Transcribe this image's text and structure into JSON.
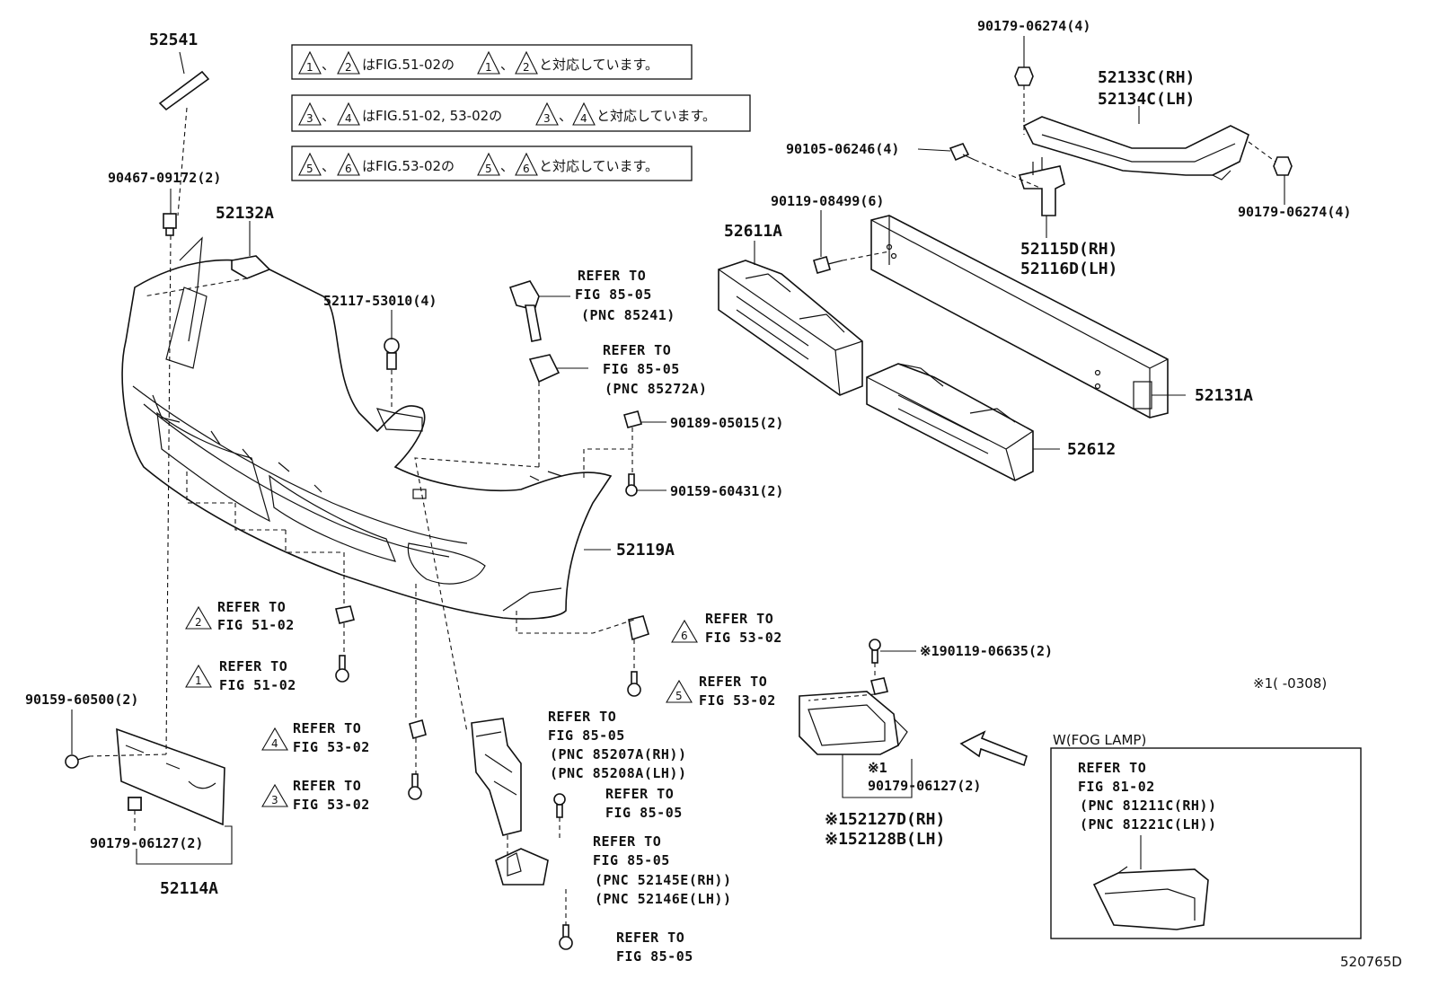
{
  "notes": [
    {
      "tri_a": "1",
      "tri_b": "2",
      "text_pre": "、",
      "mid": "はFIG.51-02の",
      "tri_c": "1",
      "sep": "、",
      "tri_d": "2",
      "text_post": "と対応しています。"
    },
    {
      "tri_a": "3",
      "tri_b": "4",
      "text_pre": "、",
      "mid": "はFIG.51-02, 53-02の",
      "tri_c": "3",
      "sep": "、",
      "tri_d": "4",
      "text_post": "と対応しています。"
    },
    {
      "tri_a": "5",
      "tri_b": "6",
      "text_pre": "、",
      "mid": "はFIG.53-02の",
      "tri_c": "5",
      "sep": "、",
      "tri_d": "6",
      "text_post": "と対応しています。"
    }
  ],
  "labels": {
    "p52541": "52541",
    "p90467": "90467-09172(2)",
    "p52132A": "52132A",
    "p52117": "52117-53010(4)",
    "p52119A": "52119A",
    "p90159_60500": "90159-60500(2)",
    "p90179_06127_a": "90179-06127(2)",
    "p52114A": "52114A",
    "p90189": "90189-05015(2)",
    "p90159_60431": "90159-60431(2)",
    "p90179_06274_top": "90179-06274(4)",
    "p52133C": "52133C(RH)",
    "p52134C": "52134C(LH)",
    "p90105": "90105-06246(4)",
    "p90179_06274_right": "90179-06274(4)",
    "p52115D": "52115D(RH)",
    "p52116D": "52116D(LH)",
    "p90119_08499": "90119-08499(6)",
    "p52611A": "52611A",
    "p52131A": "52131A",
    "p52612": "52612",
    "p90119_06635": "※190119-06635(2)",
    "p_note1": "※1(    -0308)",
    "p_star1": "※1",
    "p90179_06127_b": "90179-06127(2)",
    "p52127D": "※152127D(RH)",
    "p52128B": "※152128B(LH)",
    "fog_title": "W(FOG LAMP)",
    "code": "520765D"
  },
  "refs": {
    "r85241": [
      "REFER TO",
      "FIG 85-05",
      "(PNC 85241)"
    ],
    "r85272A": [
      "REFER TO",
      "FIG 85-05",
      "(PNC 85272A)"
    ],
    "r85207A": [
      "REFER TO",
      "FIG 85-05",
      "(PNC 85207A(RH))",
      "(PNC 85208A(LH))"
    ],
    "r85_05_a": [
      "REFER TO",
      "FIG 85-05"
    ],
    "r52145E": [
      "REFER TO",
      "FIG 85-05",
      "(PNC 52145E(RH))",
      "(PNC 52146E(LH))"
    ],
    "r85_05_b": [
      "REFER TO",
      "FIG 85-05"
    ],
    "r81_02": [
      "REFER TO",
      "FIG 81-02",
      "(PNC 81211C(RH))",
      "(PNC 81221C(LH))"
    ],
    "t2": {
      "num": "2",
      "lines": [
        "REFER TO",
        "FIG 51-02"
      ]
    },
    "t1": {
      "num": "1",
      "lines": [
        "REFER TO",
        "FIG 51-02"
      ]
    },
    "t4": {
      "num": "4",
      "lines": [
        "REFER TO",
        "FIG 53-02"
      ]
    },
    "t3": {
      "num": "3",
      "lines": [
        "REFER TO",
        "FIG 53-02"
      ]
    },
    "t6": {
      "num": "6",
      "lines": [
        "REFER TO",
        "FIG 53-02"
      ]
    },
    "t5": {
      "num": "5",
      "lines": [
        "REFER TO",
        "FIG 53-02"
      ]
    }
  }
}
